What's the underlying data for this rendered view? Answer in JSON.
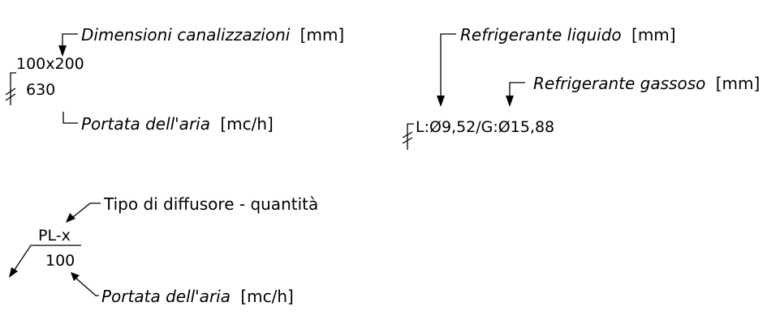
{
  "duct_tag": {
    "size_value": "100x200",
    "flow_value": "630",
    "size_label": "Dimensioni canalizzazioni",
    "size_unit": "[mm]",
    "flow_label": "Portata dell'aria",
    "flow_unit": "[mc/h]"
  },
  "refrigerant_tag": {
    "value": "L:Ø9,52/G:Ø15,88",
    "liquid_label": "Refrigerante liquido",
    "liquid_unit": "[mm]",
    "gas_label": "Refrigerante gassoso",
    "gas_unit": "[mm]"
  },
  "diffuser_tag": {
    "type_value": "PL-x",
    "flow_value": "100",
    "type_label": "Tipo di diffusore - quantità",
    "flow_label": "Portata dell'aria",
    "flow_unit": "[mc/h]"
  },
  "colors": {
    "line": "#000000",
    "background": "#ffffff"
  }
}
